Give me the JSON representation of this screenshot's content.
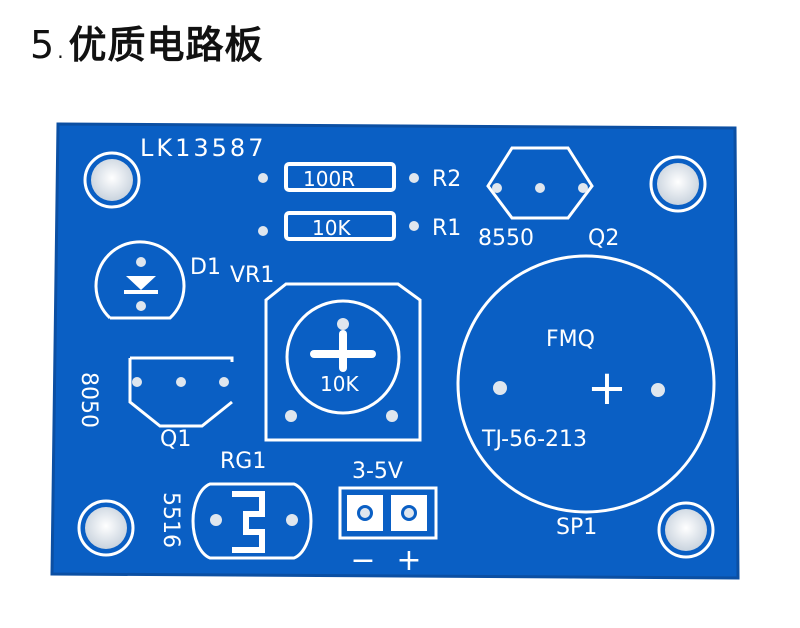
{
  "title": {
    "number": "5",
    "text": "优质电路板"
  },
  "board": {
    "color_board": "#0a5fc4",
    "color_silk": "#ffffff",
    "color_hole": "#dfe6ee",
    "model": "LK13587",
    "labels": {
      "r2_value": "100R",
      "r2": "R2",
      "r1_value": "10K",
      "r1": "R1",
      "q2_part": "8550",
      "q2": "Q2",
      "d1": "D1",
      "vr1": "VR1",
      "vr1_value": "10K",
      "q1_part": "8050",
      "q1": "Q1",
      "fmq": "FMQ",
      "fmq_plus": "+",
      "sp1_part": "TJ-56-213",
      "sp1": "SP1",
      "rg1": "RG1",
      "rg1_part": "5516",
      "power": "3-5V",
      "minus": "−",
      "plus": "+"
    }
  }
}
